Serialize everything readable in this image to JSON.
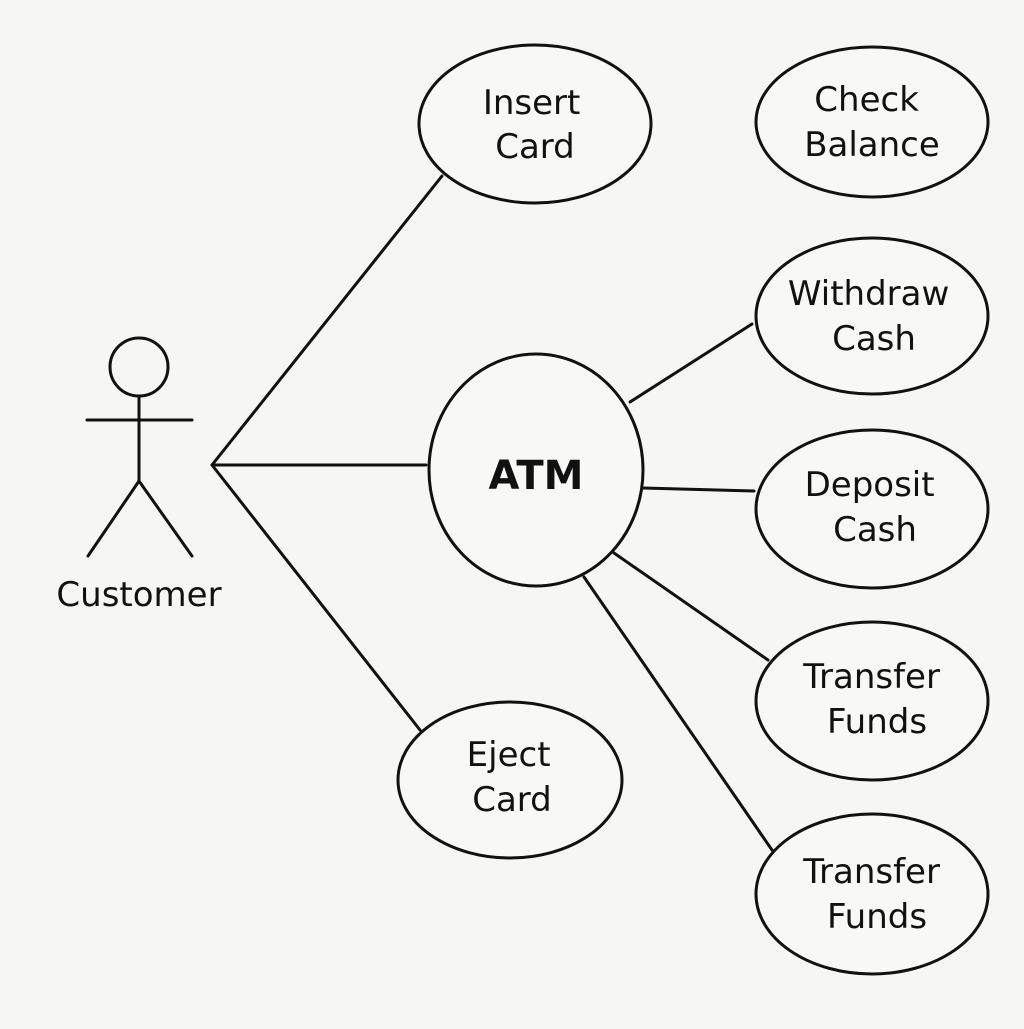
{
  "actor": {
    "label": "Customer"
  },
  "system": {
    "label": "ATM"
  },
  "use_cases": {
    "insert_card": [
      "Insert",
      "Card"
    ],
    "check_balance": [
      "Check",
      "Balance"
    ],
    "withdraw_cash": [
      "Withdraw",
      "Cash"
    ],
    "deposit_cash": [
      "Deposit",
      "Cash"
    ],
    "transfer_funds_1": [
      "Transfer",
      "Funds"
    ],
    "transfer_funds_2": [
      "Transfer",
      "Funds"
    ],
    "eject_card": [
      "Eject",
      "Card"
    ]
  }
}
